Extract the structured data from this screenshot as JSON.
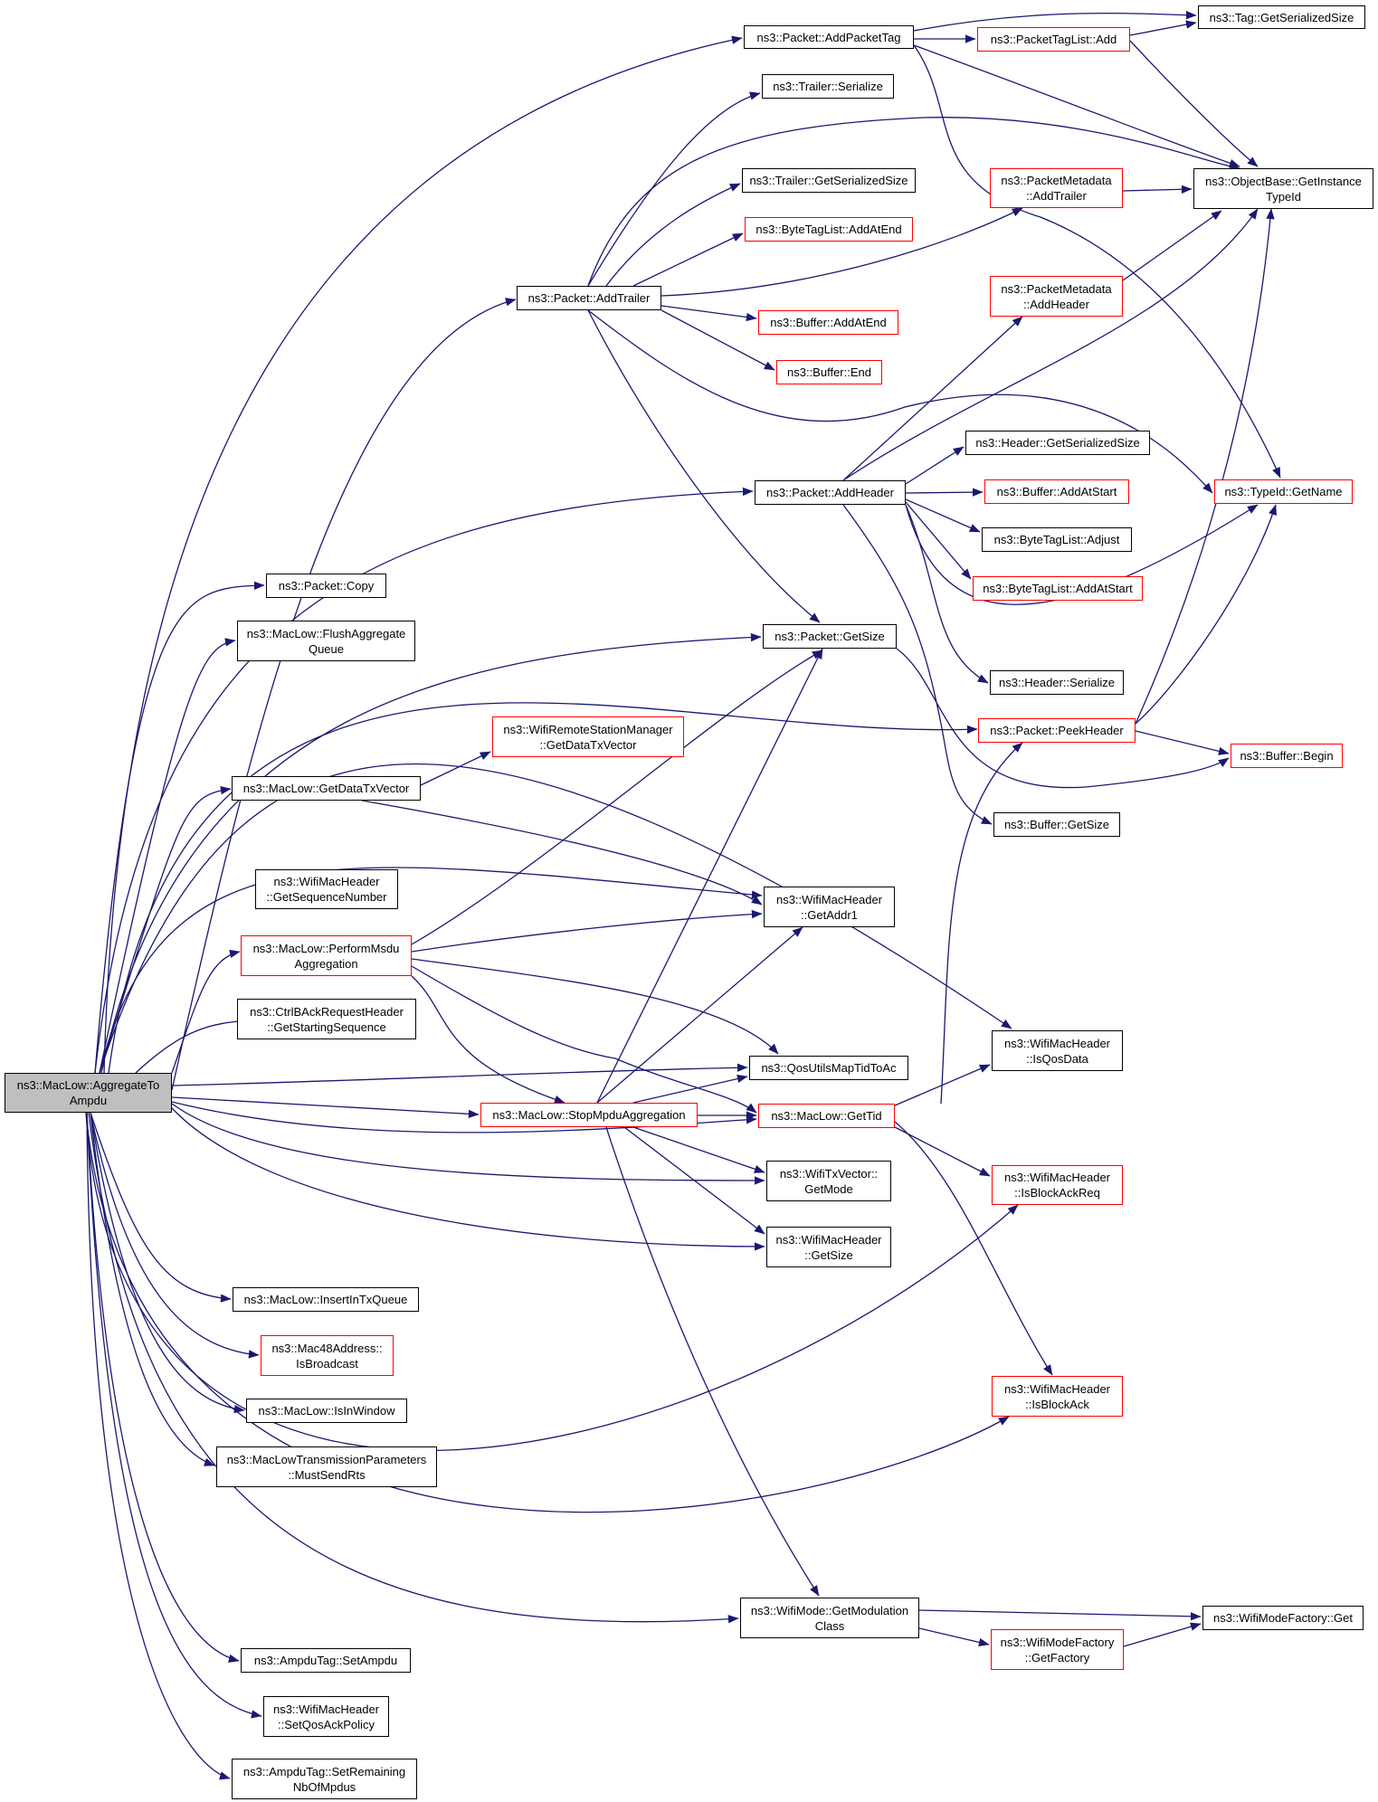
{
  "colors": {
    "edge": "#191970",
    "node_border": "#000000",
    "node_border_incomplete": "#ff0000",
    "root_fill": "#bfbfbf"
  },
  "nodes": {
    "root": "ns3::MacLow::AggregateTo\nAmpdu",
    "addPacketTag": "ns3::Packet::AddPacketTag",
    "tagGetSerializedSize": "ns3::Tag::GetSerializedSize",
    "packetTagListAdd": "ns3::PacketTagList::Add",
    "trailerSerialize": "ns3::Trailer::Serialize",
    "getInstanceTypeId": "ns3::ObjectBase::GetInstance\nTypeId",
    "trailerGetSerializedSize": "ns3::Trailer::GetSerializedSize",
    "pmAddTrailer": "ns3::PacketMetadata\n::AddTrailer",
    "byteTagListAddAtEnd": "ns3::ByteTagList::AddAtEnd",
    "pmAddHeader": "ns3::PacketMetadata\n::AddHeader",
    "addTrailer": "ns3::Packet::AddTrailer",
    "bufferAddAtEnd": "ns3::Buffer::AddAtEnd",
    "bufferEnd": "ns3::Buffer::End",
    "headerGetSerializedSize": "ns3::Header::GetSerializedSize",
    "addHeader": "ns3::Packet::AddHeader",
    "bufferAddAtStart": "ns3::Buffer::AddAtStart",
    "typeIdGetName": "ns3::TypeId::GetName",
    "byteTagListAdjust": "ns3::ByteTagList::Adjust",
    "packetCopy": "ns3::Packet::Copy",
    "byteTagListAddAtStart": "ns3::ByteTagList::AddAtStart",
    "flushAggregateQueue": "ns3::MacLow::FlushAggregate\nQueue",
    "packetGetSize": "ns3::Packet::GetSize",
    "headerSerialize": "ns3::Header::Serialize",
    "getDataTxVectorRemote": "ns3::WifiRemoteStationManager\n::GetDataTxVector",
    "peekHeader": "ns3::Packet::PeekHeader",
    "bufferBegin": "ns3::Buffer::Begin",
    "getDataTxVector": "ns3::MacLow::GetDataTxVector",
    "bufferGetSize": "ns3::Buffer::GetSize",
    "getSequenceNumber": "ns3::WifiMacHeader\n::GetSequenceNumber",
    "getAddr1": "ns3::WifiMacHeader\n::GetAddr1",
    "performMsduAggregation": "ns3::MacLow::PerformMsdu\nAggregation",
    "getStartingSequence": "ns3::CtrlBAckRequestHeader\n::GetStartingSequence",
    "isQosData": "ns3::WifiMacHeader\n::IsQosData",
    "qosUtilsMapTidToAc": "ns3::QosUtilsMapTidToAc",
    "stopMpduAggregation": "ns3::MacLow::StopMpduAggregation",
    "getTid": "ns3::MacLow::GetTid",
    "wifiTxVectorGetMode": "ns3::WifiTxVector::\nGetMode",
    "isBlockAckReq": "ns3::WifiMacHeader\n::IsBlockAckReq",
    "wifiMacHeaderGetSize": "ns3::WifiMacHeader\n::GetSize",
    "insertInTxQueue": "ns3::MacLow::InsertInTxQueue",
    "isBroadcast": "ns3::Mac48Address::\nIsBroadcast",
    "isInWindow": "ns3::MacLow::IsInWindow",
    "isBlockAck": "ns3::WifiMacHeader\n::IsBlockAck",
    "mustSendRts": "ns3::MacLowTransmissionParameters\n::MustSendRts",
    "getModulationClass": "ns3::WifiMode::GetModulation\nClass",
    "wifiModeFactoryGet": "ns3::WifiModeFactory::Get",
    "wifiModeFactoryGetFactory": "ns3::WifiModeFactory\n::GetFactory",
    "setAmpdu": "ns3::AmpduTag::SetAmpdu",
    "setQosAckPolicy": "ns3::WifiMacHeader\n::SetQosAckPolicy",
    "setRemainingNbOfMpdus": "ns3::AmpduTag::SetRemaining\nNbOfMpdus"
  }
}
